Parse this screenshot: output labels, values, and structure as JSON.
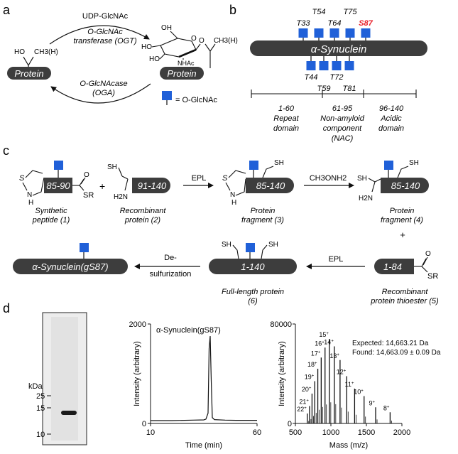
{
  "panel_labels": {
    "a": "a",
    "b": "b",
    "c": "c",
    "d": "d"
  },
  "panel_a": {
    "udp": "UDP-GlcNAc",
    "ogt_line1": "O-GlcNAc",
    "ogt_line2": "transferase (OGT)",
    "oga_line1": "O-GlcNAcase",
    "oga_line2": "(OGA)",
    "protein_left": "Protein",
    "protein_right": "Protein",
    "side_chain": "CH3(H)",
    "ho": "HO",
    "nhac": "NHAc",
    "oh_top": "OH",
    "ho_ring1": "HO",
    "ho_ring2": "HO",
    "o_link": "O",
    "ring_o": "O",
    "side_chain_right": "CH3(H)",
    "legend": "= O-GlcNAc"
  },
  "panel_b": {
    "protein_name": "α-Synuclein",
    "top_sites": [
      "T33",
      "T54",
      "T64",
      "T75",
      "S87"
    ],
    "bottom_sites": [
      "T44",
      "T59",
      "T72",
      "T81"
    ],
    "highlight_color": "#e8202a",
    "domains": [
      {
        "range": "1-60",
        "name1": "Repeat",
        "name2": "domain",
        "name3": ""
      },
      {
        "range": "61-95",
        "name1": "Non-amyloid",
        "name2": "component",
        "name3": "(NAC)"
      },
      {
        "range": "96-140",
        "name1": "Acidic",
        "name2": "domain",
        "name3": ""
      }
    ]
  },
  "panel_c": {
    "pep1_range": "85-90",
    "pep2_range": "91-140",
    "frag3_range": "85-140",
    "frag4_range": "85-140",
    "thio5_range": "1-84",
    "full_range": "1-140",
    "product": "α-Synuclein(gS87)",
    "sr": "SR",
    "s_ring": "S",
    "nh_ring": "N",
    "h_ring": "H",
    "h2n": "H2N",
    "sh": "SH",
    "o": "O",
    "plus": "+",
    "epl1": "EPL",
    "reagent": "CH3ONH2",
    "epl2": "EPL",
    "desulf1": "De-",
    "desulf2": "sulfurization",
    "cap1a": "Synthetic",
    "cap1b": "peptide (1)",
    "cap2a": "Recombinant",
    "cap2b": "protein (2)",
    "cap3a": "Protein",
    "cap3b": "fragment (3)",
    "cap4a": "Protein",
    "cap4b": "fragment (4)",
    "cap5a": "Recombinant",
    "cap5b": "protein thioester (5)",
    "cap6a": "Full-length protein",
    "cap6b": "(6)"
  },
  "panel_d": {
    "gel": {
      "unit": "kDa",
      "markers": [
        "25",
        "15",
        "10"
      ]
    },
    "hplc": {
      "title": "α-Synuclein(gS87)",
      "ylabel": "Intensity (arbitrary)",
      "xlabel": "Time (min)",
      "yticks": [
        "2000",
        "0"
      ],
      "xticks": [
        "10",
        "60"
      ]
    },
    "ms": {
      "ylabel": "Intensity (arbitrary)",
      "xlabel": "Mass (m/z)",
      "yticks": [
        "80000",
        "0"
      ],
      "xticks": [
        "500",
        "1000",
        "1500",
        "2000"
      ],
      "expected": "Expected: 14,663.21 Da",
      "found": "Found: 14,663.09 ± 0.09 Da",
      "charge_labels": [
        "22+",
        "21+",
        "20+",
        "19+",
        "18+",
        "17+",
        "16+",
        "15+",
        "14+",
        "13+",
        "12+",
        "11+",
        "10+",
        "9+",
        "8+"
      ]
    }
  },
  "chart_data": [
    {
      "type": "line",
      "title": "α-Synuclein(gS87)",
      "xlabel": "Time (min)",
      "ylabel": "Intensity (arbitrary)",
      "xlim": [
        10,
        60
      ],
      "ylim": [
        0,
        2000
      ],
      "series": [
        {
          "x": [
            10,
            20,
            30,
            35,
            36,
            37,
            37.5,
            38,
            38.5,
            39,
            40,
            45,
            50,
            60
          ],
          "y": [
            0,
            0,
            10,
            15,
            30,
            150,
            1450,
            1700,
            800,
            60,
            20,
            10,
            5,
            5
          ]
        }
      ]
    },
    {
      "type": "bar",
      "xlabel": "Mass (m/z)",
      "ylabel": "Intensity (arbitrary)",
      "xlim": [
        500,
        2000
      ],
      "ylim": [
        0,
        80000
      ],
      "categories": [
        "22+",
        "21+",
        "20+",
        "19+",
        "18+",
        "17+",
        "16+",
        "15+",
        "14+",
        "13+",
        "12+",
        "11+",
        "10+",
        "9+",
        "8+"
      ],
      "x": [
        667.5,
        699.3,
        734.2,
        772.8,
        815.6,
        863.5,
        917.4,
        978.5,
        1048.3,
        1128.9,
        1222.9,
        1334.0,
        1467.3,
        1630.2,
        1833.9
      ],
      "values": [
        8000,
        14000,
        24000,
        34000,
        44000,
        53000,
        61000,
        68000,
        62000,
        51000,
        38000,
        28000,
        22000,
        13000,
        9000
      ]
    }
  ]
}
